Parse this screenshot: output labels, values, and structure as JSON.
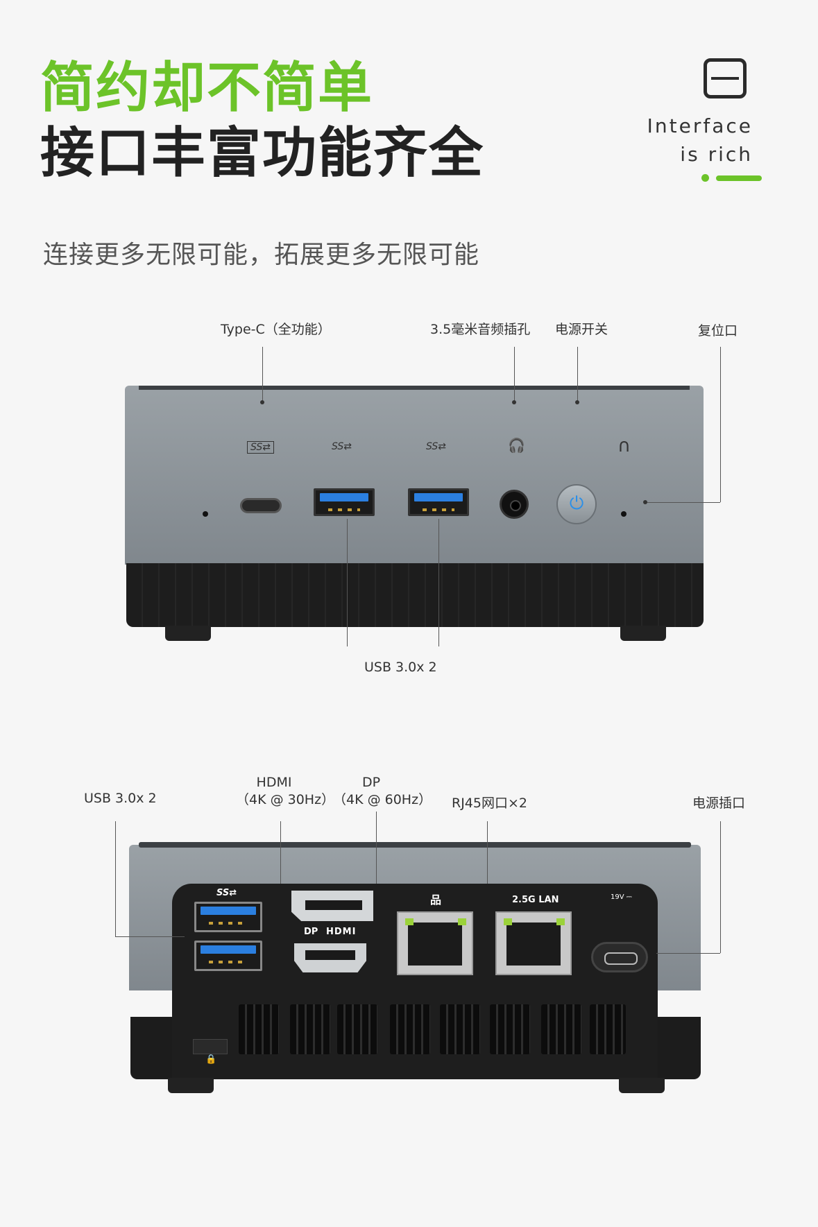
{
  "header": {
    "title_green": "简约却不简单",
    "title_dark": "接口丰富功能齐全",
    "subtitle": "连接更多无限可能，拓展更多无限可能",
    "tagline_line1": "Interface",
    "tagline_line2": "is rich"
  },
  "front": {
    "labels": {
      "typec": "Type-C（全功能）",
      "audio": "3.5毫米音频插孔",
      "power_switch": "电源开关",
      "reset": "复位口",
      "usb": "USB 3.0x 2"
    },
    "icons": {
      "ss1": "SS⇄",
      "ss2": "SS⇄",
      "ss3": "SS⇄",
      "headphone": "🎧",
      "reset": "∩"
    }
  },
  "rear": {
    "labels": {
      "usb": "USB 3.0x 2",
      "hdmi_line1": "HDMI",
      "hdmi_line2": "（4K @ 30Hz）",
      "dp_line1": "DP",
      "dp_line2": "（4K @ 60Hz）",
      "rj45": "RJ45网口×2",
      "power_port": "电源插口"
    },
    "port_marks": {
      "dp": "DP",
      "hdmi": "HDMI",
      "lan": "2.5G LAN",
      "ss": "SS⇄",
      "dc": "19V ⎓"
    }
  },
  "colors": {
    "accent_green": "#6cc329",
    "usb_blue": "#2b7fe0"
  }
}
